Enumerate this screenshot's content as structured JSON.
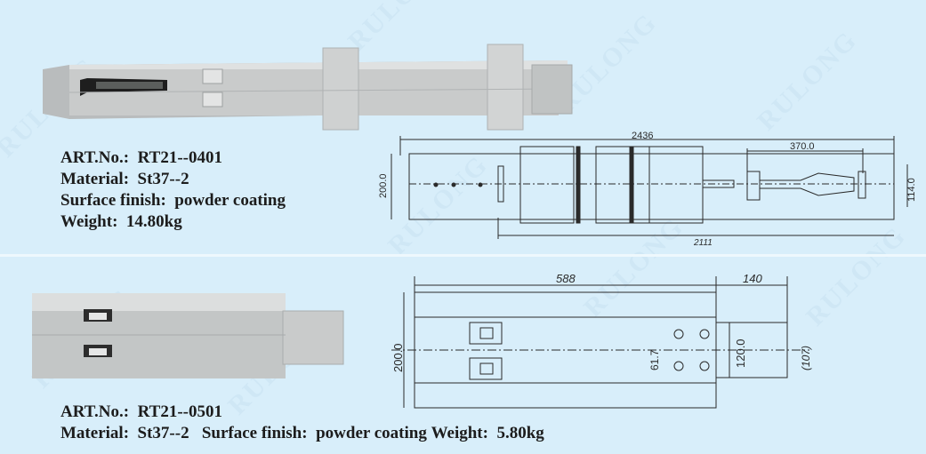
{
  "watermark": "RULONG",
  "products": [
    {
      "art_label": "ART.No.",
      "art_no": "RT21--0401",
      "material_label": "Material",
      "material": "St37--2",
      "surface_label": "Surface finish",
      "surface": "powder coating",
      "weight_label": "Weight",
      "weight": "14.80kg",
      "dimensions": {
        "d1": "2436",
        "d2": "370.0",
        "d3": "200.0",
        "d4": "114.0",
        "d5": "2111"
      }
    },
    {
      "art_label": "ART.No.",
      "art_no": "RT21--0501",
      "material_label": "Material",
      "material": "St37--2",
      "surface_label": "Surface finish",
      "surface": "powder coating",
      "weight_label": "Weight",
      "weight": "5.80kg",
      "dimensions": {
        "d1": "588",
        "d2": "140",
        "d3": "200.0",
        "d4": "61.7",
        "d5": "120.0",
        "d6": "(107)"
      }
    }
  ],
  "colors": {
    "background": "#d8eefa",
    "text": "#1c1c1c",
    "drawing": "#2a2a2a",
    "metal": "#c7c9c9"
  }
}
